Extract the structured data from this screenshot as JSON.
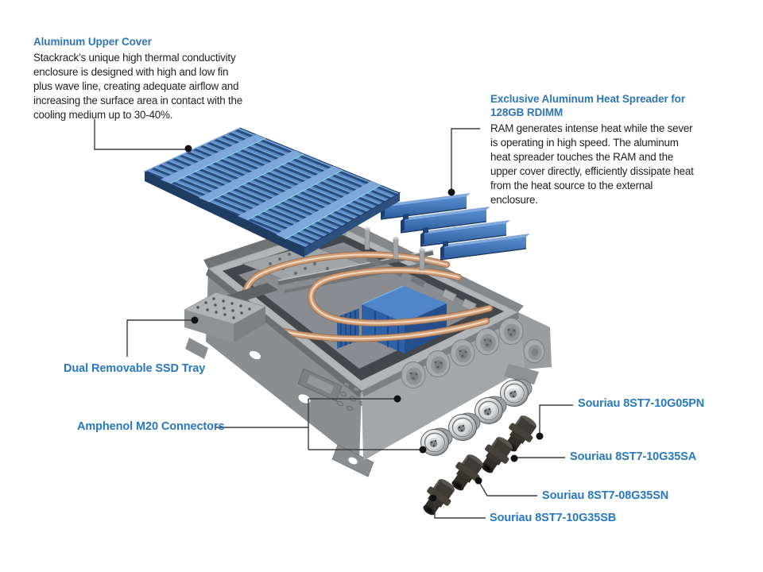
{
  "colors": {
    "background": "#FFFFFF",
    "heading_blue": "#2E75B6",
    "label_blue": "#2778C0",
    "body_text": "#1F1F1F",
    "callout_line": "#3B3B3B",
    "cover_blue": "#35639F",
    "spreader_blue": "#3F74B5",
    "chassis_gray": "#9EA1A4",
    "copper": "#CF9E78"
  },
  "annotations": {
    "upper_cover": {
      "title": "Aluminum Upper Cover",
      "body_lines": [
        "Stackrack’s unique high thermal conductivity",
        "enclosure is designed with high and low fin",
        "plus wave line, creating adequate airflow and",
        "increasing the surface area in contact with the",
        "cooling medium up to 30-40%."
      ]
    },
    "heat_spreader": {
      "title_lines": [
        "Exclusive Aluminum Heat Spreader for",
        "128GB RDIMM"
      ],
      "body_lines": [
        "RAM generates intense heat while the sever",
        "is operating in high speed. The aluminum",
        "heat spreader touches the RAM and the",
        "upper cover directly, efficiently dissipate heat",
        "from the heat source to the external",
        "enclosure."
      ]
    },
    "ssd_tray": {
      "label": "Dual Removable SSD Tray"
    },
    "amphenol": {
      "label": "Amphenol M20 Connectors"
    },
    "souriau": {
      "pn_10g05": "Souriau 8ST7-10G05PN",
      "sa_10g35": "Souriau 8ST7-10G35SA",
      "sn_08g35": "Souriau 8ST7-08G35SN",
      "sb_10g35": "Souriau 8ST7-10G35SB"
    }
  }
}
